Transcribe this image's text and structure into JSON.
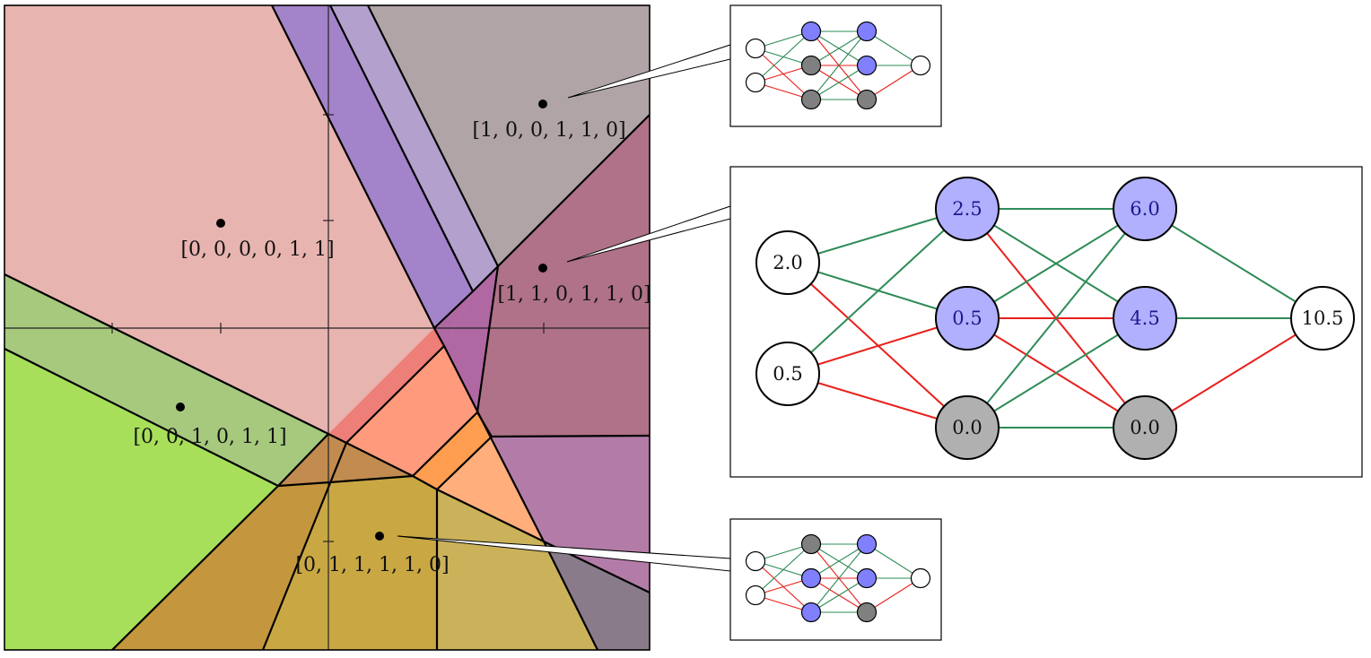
{
  "colors": {
    "edge_positive": "#2e8b57",
    "edge_negative": "#e8201c",
    "node_active": "#8080ff",
    "node_active_light": "#b0b0ff",
    "node_inactive": "#808080",
    "node_inactive_light": "#b0b0b0",
    "node_io": "#ffffff"
  },
  "region_plot": {
    "regions": [
      {
        "pattern": "[0, 0, 0, 0, 1, 1]",
        "color": "#e8b4b0"
      },
      {
        "pattern": "[1, 0, 0, 1, 1, 0]",
        "color": "#b0a4a6"
      },
      {
        "pattern": "[1, 1, 0, 1, 1, 0]",
        "color": "#b07288"
      },
      {
        "pattern": "[0, 0, 1, 0, 1, 1]",
        "color": "#a6c97e"
      },
      {
        "pattern": "[0, 1, 1, 1, 1, 0]",
        "color": "#c9a844"
      }
    ],
    "extra_region_colors": [
      "#a383c9",
      "#b3a0cc",
      "#a8df5a",
      "#c4973e",
      "#cbb25a",
      "#ff9a7c",
      "#ee7e78",
      "#ffae7c",
      "#ff9e50",
      "#b37ca8",
      "#af68a2",
      "#8a7b8a",
      "#c28b50"
    ]
  },
  "detail_network": {
    "input_values": [
      "2.0",
      "0.5"
    ],
    "hidden1_values": [
      "2.5",
      "0.5",
      "0.0"
    ],
    "hidden1_active": [
      true,
      true,
      false
    ],
    "hidden2_values": [
      "6.0",
      "4.5",
      "0.0"
    ],
    "hidden2_active": [
      true,
      true,
      false
    ],
    "output_value": "10.5"
  },
  "mini_network_top": {
    "hidden1_active": [
      true,
      false,
      false
    ],
    "hidden2_active": [
      true,
      true,
      false
    ]
  },
  "mini_network_bottom": {
    "hidden1_active": [
      false,
      true,
      true
    ],
    "hidden2_active": [
      true,
      true,
      false
    ]
  }
}
